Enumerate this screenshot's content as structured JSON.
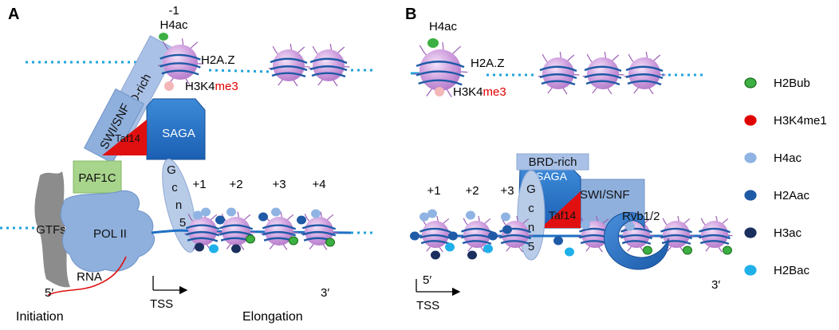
{
  "panels": {
    "a": {
      "letter": "A",
      "minus_one": "-1",
      "h4ac": "H4ac",
      "h2az": "H2A.Z",
      "h3k4_prefix": "H3K4",
      "h3k4_suffix": "me3",
      "brd_rich": "BRD-rich",
      "swi_snf": "SWI/SNF",
      "taf14": "Taf14",
      "saga": "SAGA",
      "gcn5": [
        "G",
        "c",
        "n",
        "5"
      ],
      "paf1c": "PAF1C",
      "gtfs": "GTFs",
      "pol2": "POL II",
      "rna": "RNA",
      "five_prime": "5′",
      "three_prime": "3′",
      "tss": "TSS",
      "positions": [
        "+1",
        "+2",
        "+3",
        "+4"
      ],
      "initiation": "Initiation",
      "elongation": "Elongation"
    },
    "b": {
      "letter": "B",
      "h4ac": "H4ac",
      "h2az": "H2A.Z",
      "h3k4_prefix": "H3K4",
      "h3k4_suffix": "me3",
      "brd_rich": "BRD-rich",
      "saga": "SAGA",
      "swi_snf": "SWI/SNF",
      "taf14": "Taf14",
      "rvb": "Rvb1/2",
      "gcn5": [
        "G",
        "c",
        "n",
        "5"
      ],
      "positions": [
        "+1",
        "+2",
        "+3"
      ],
      "five_prime": "5′",
      "three_prime": "3′",
      "tss": "TSS"
    }
  },
  "legend": [
    {
      "label": "H2Bub",
      "color": "#3cb043",
      "outline": "#1a6b1a"
    },
    {
      "label": "H3K4me1",
      "color": "#e00000",
      "outline": "#e00000"
    },
    {
      "label": "H4ac",
      "color": "#8fb4e3",
      "outline": "#8fb4e3"
    },
    {
      "label": "H2Aac",
      "color": "#1f5aa6",
      "outline": "#1f5aa6"
    },
    {
      "label": "H3ac",
      "color": "#1b2f5e",
      "outline": "#1b2f5e"
    },
    {
      "label": "H2Bac",
      "color": "#1fb0ea",
      "outline": "#1fb0ea"
    }
  ],
  "colors": {
    "nucleosome": "#cc99dd",
    "dna": "#1fa3dc",
    "saga": "#1f6fc4",
    "complex": "#8fb0dd",
    "paf1c": "#a8d58c",
    "gtfs": "#8c8c8c",
    "h3k4me3": "#e00000"
  }
}
